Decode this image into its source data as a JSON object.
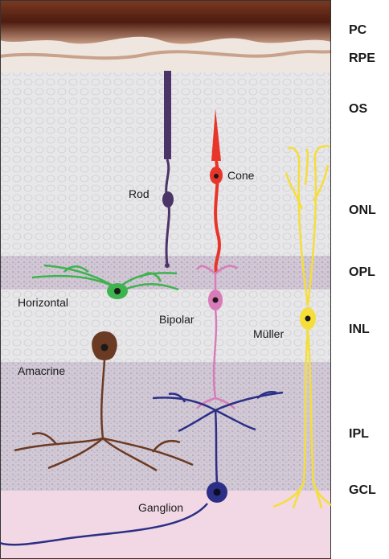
{
  "layers": [
    {
      "id": "pc",
      "label": "PC"
    },
    {
      "id": "rpe",
      "label": "RPE"
    },
    {
      "id": "os",
      "label": "OS"
    },
    {
      "id": "onl",
      "label": "ONL"
    },
    {
      "id": "opl",
      "label": "OPL"
    },
    {
      "id": "inl",
      "label": "INL"
    },
    {
      "id": "ipl",
      "label": "IPL"
    },
    {
      "id": "gcl",
      "label": "GCL"
    }
  ],
  "cells": {
    "rod": {
      "label": "Rod",
      "color": "#4b3466"
    },
    "cone": {
      "label": "Cone",
      "color": "#e8352a"
    },
    "horizontal": {
      "label": "Horizontal",
      "color": "#3fb34f"
    },
    "bipolar": {
      "label": "Bipolar",
      "color": "#d97bb8"
    },
    "muller": {
      "label": "Müller",
      "color": "#f5de3a"
    },
    "amacrine": {
      "label": "Amacrine",
      "color": "#6b3a22"
    },
    "ganglion": {
      "label": "Ganglion",
      "color": "#2b2f85"
    }
  },
  "colors": {
    "tissue_background": "#e6e6e8",
    "plexiform_tint": "#b9a8bc",
    "pigment": "#5a2414"
  }
}
